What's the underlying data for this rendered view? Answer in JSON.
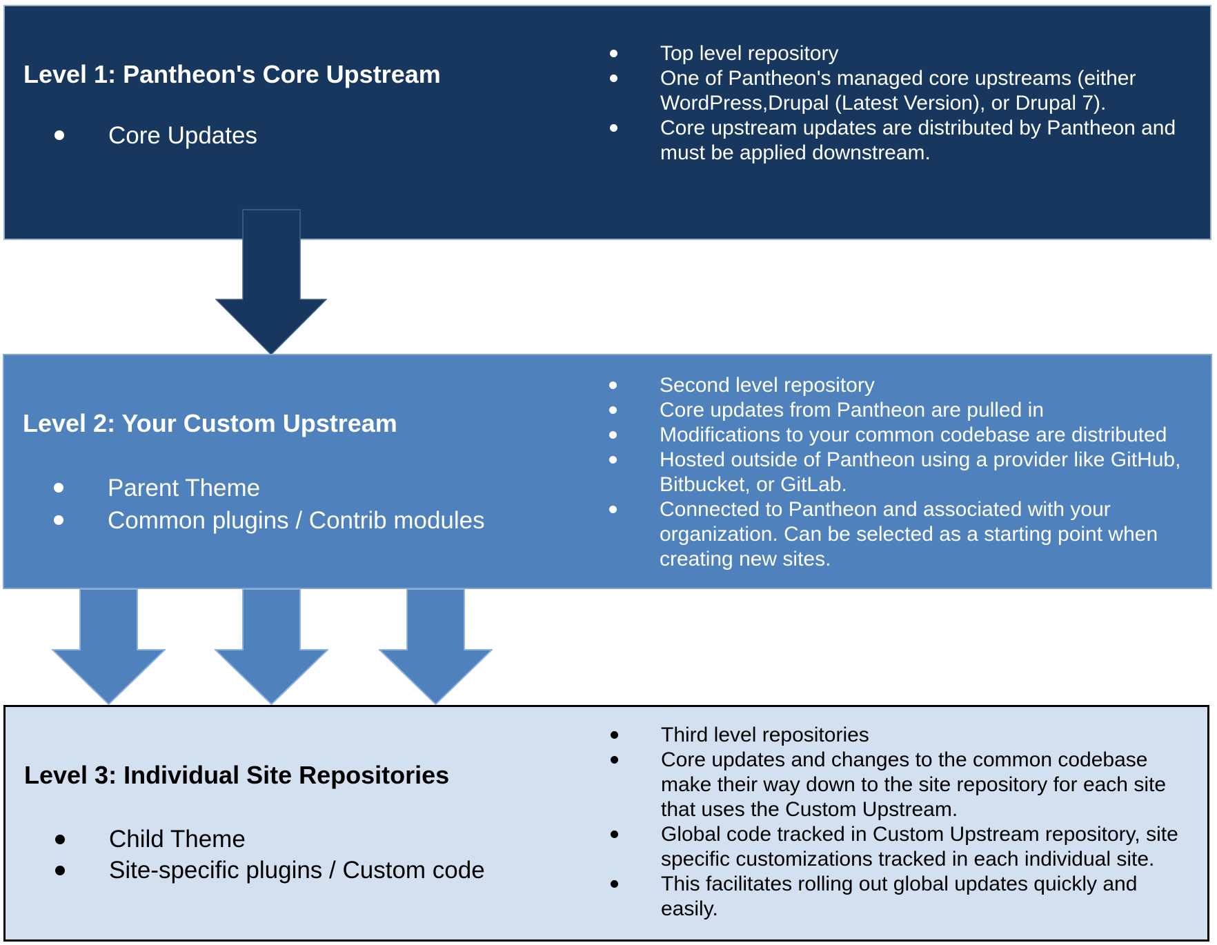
{
  "diagram": {
    "levels": [
      {
        "title": "Level 1: Pantheon's Core Upstream",
        "left_bullets": [
          "Core Updates"
        ],
        "right_bullets": [
          "Top level repository",
          "One of Pantheon's managed core upstreams (either\nWordPress,Drupal (Latest Version), or Drupal 7).",
          "Core upstream updates are distributed by Pantheon and\nmust be applied downstream."
        ]
      },
      {
        "title": "Level 2: Your Custom Upstream",
        "left_bullets": [
          "Parent Theme",
          "Common plugins / Contrib modules"
        ],
        "right_bullets": [
          "Second level repository",
          "Core updates from Pantheon are pulled in",
          "Modifications to your common codebase are distributed",
          "Hosted outside of Pantheon using a provider like GitHub,\nBitbucket, or GitLab.",
          "Connected to Pantheon and associated with your\norganization. Can be selected as a starting point when\ncreating new sites."
        ]
      },
      {
        "title": "Level 3: Individual Site Repositories",
        "left_bullets": [
          "Child Theme",
          "Site-specific plugins / Custom code"
        ],
        "right_bullets": [
          "Third level repositories",
          "Core updates and changes to the common codebase\nmake their way down to the site repository for each site\nthat uses the Custom Upstream.",
          "Global code tracked in Custom Upstream repository, site\nspecific customizations tracked in each individual site.",
          "This facilitates rolling out global updates quickly and\neasily."
        ]
      }
    ]
  },
  "colors": {
    "level1_bg": "#17375E",
    "level1_border": "#9AB3D5",
    "level2_bg": "#4F81BD",
    "level2_border": "#84A7CF",
    "level3_bg": "#D3E0F0",
    "level3_border": "#000000",
    "arrow_dark": "#17375E",
    "arrow_dark_outline": "#40618F",
    "arrow_blue": "#4F81BD",
    "arrow_blue_outline": "#8FB2DC",
    "text_light": "#FFFFFF",
    "text_dark": "#000000"
  }
}
